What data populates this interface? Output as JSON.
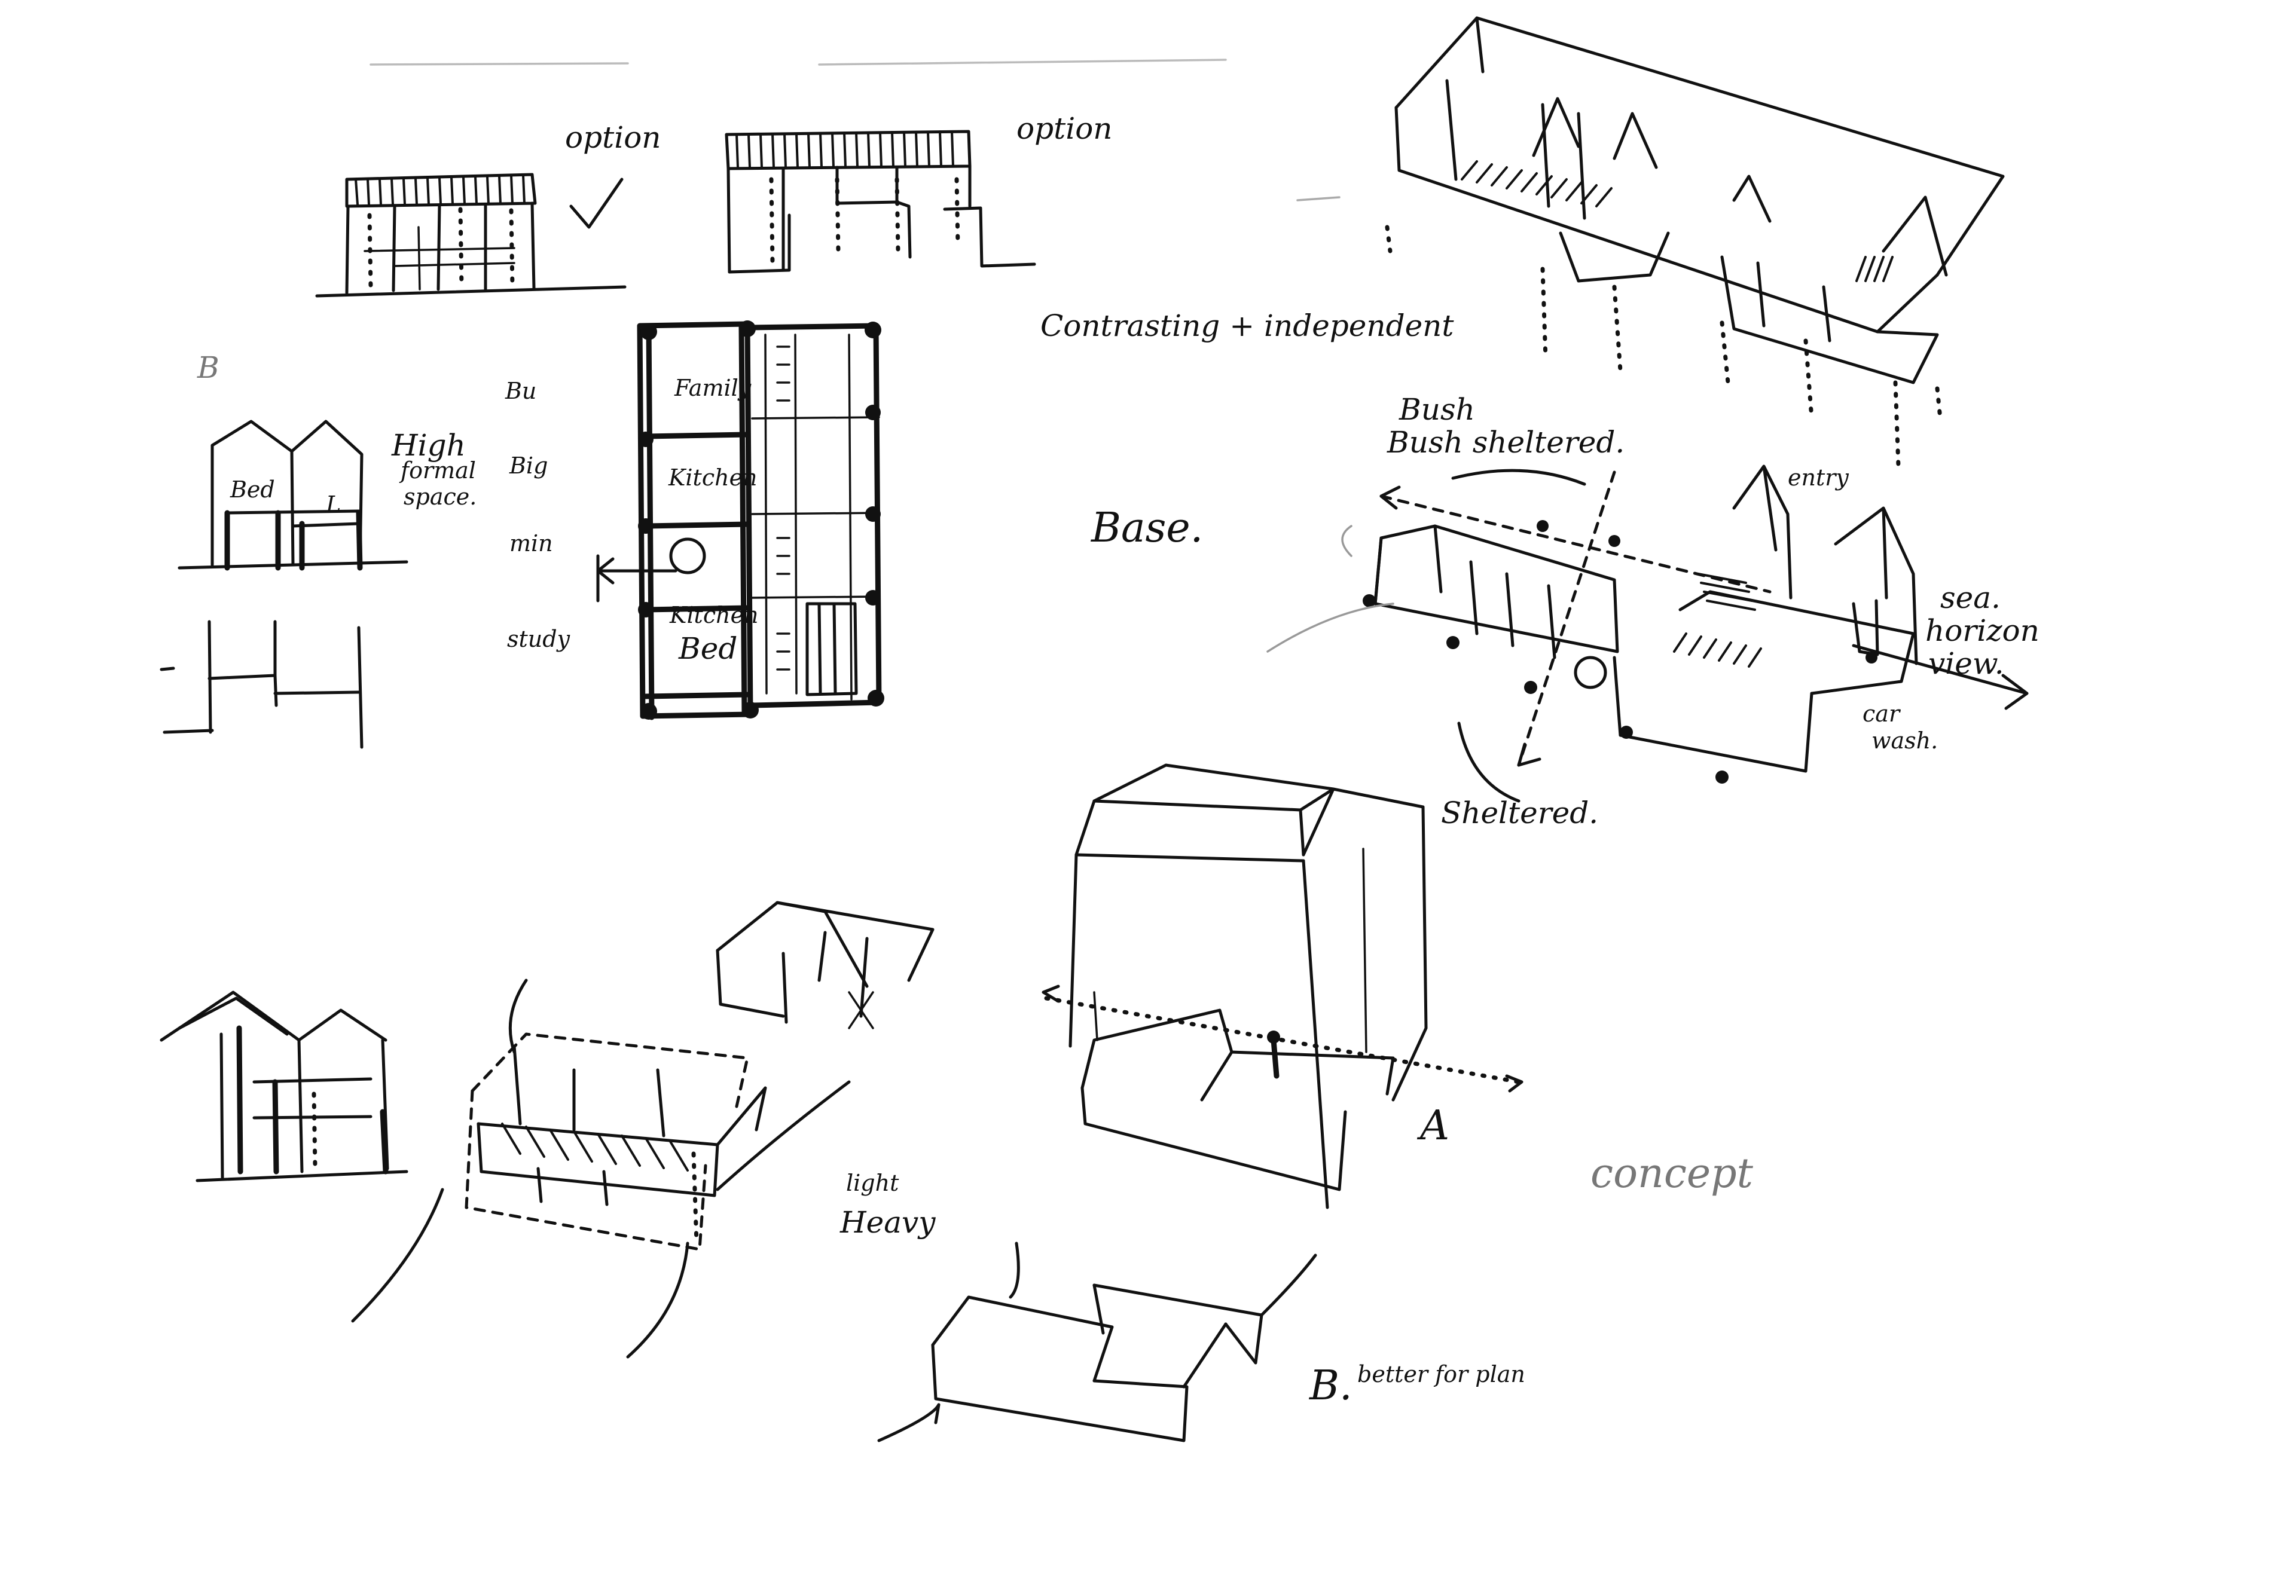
{
  "sheet": {
    "background": "#ffffff",
    "ink_color": "#111111",
    "faint_ink_color": "#777777"
  },
  "annotations": {
    "option_1": "option",
    "option_2": "option",
    "contrasting": "Contrasting + independent",
    "b_mark": "B",
    "high_formal": [
      "High",
      "formal",
      "space."
    ],
    "bed": "Bed",
    "l_mark": "L",
    "plan_side": [
      "Bu",
      "Big",
      "min",
      "study"
    ],
    "plan_rooms": [
      "Family",
      "Kitchen",
      "Kitchen",
      "Bed"
    ],
    "base": "Base.",
    "bush_sheltered": [
      "Bush",
      "Bush sheltered."
    ],
    "entry": "entry",
    "sea_view": [
      "sea.",
      "horizon",
      "view."
    ],
    "car_wash": [
      "car",
      "wash."
    ],
    "sheltered": "Sheltered.",
    "light": "light",
    "heavy": "Heavy",
    "a_mark": "A",
    "concept": "concept",
    "b_option": "B.",
    "b_option_note": "better for plan"
  }
}
